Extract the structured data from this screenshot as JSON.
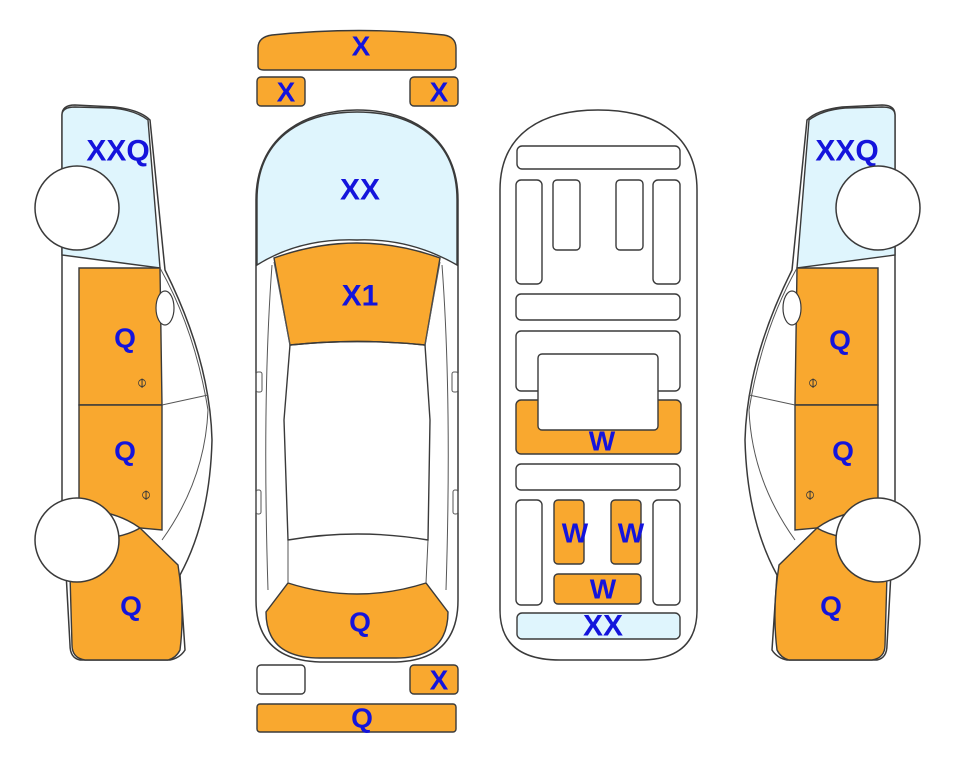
{
  "colors": {
    "damaged": "#f9a82f",
    "glass": "#dff5fd",
    "outline": "#3a3a3a",
    "label": "#1414dc",
    "background": "#ffffff"
  },
  "parts": {
    "front_bumper_top": "X",
    "front_left_light": "X",
    "front_right_light": "X",
    "windshield": "XX",
    "hood": "X1",
    "trunk_top": "Q",
    "rear_right_light": "X",
    "rear_bumper": "Q",
    "rear_left_light": "",
    "left_window": "XXQ",
    "left_front_door": "Q",
    "left_rear_door": "Q",
    "left_rear_quarter": "Q",
    "right_window": "XXQ",
    "right_front_door": "Q",
    "right_rear_door": "Q",
    "right_rear_quarter": "Q",
    "interior_floor_center": "W",
    "interior_seat_left": "W",
    "interior_seat_right": "W",
    "interior_rear_bench": "W",
    "rear_window": "XX"
  }
}
